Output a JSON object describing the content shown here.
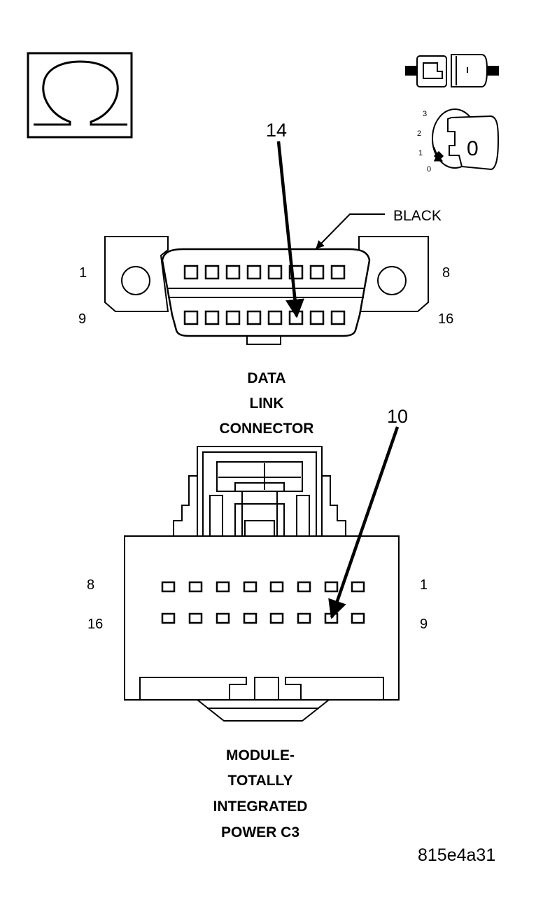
{
  "ohmmeter_symbol": {
    "icon": "ohm-symbol-icon"
  },
  "ignition": {
    "icon": "ignition-key-icon",
    "switch_icon": "disconnected-connector-icon",
    "positions": [
      "3",
      "2",
      "1",
      "0"
    ],
    "key_label": "0"
  },
  "data_link_connector": {
    "callout_pin": "14",
    "color_label": "BLACK",
    "pin_labels": {
      "top_left": "1",
      "top_right": "8",
      "bottom_left": "9",
      "bottom_right": "16"
    },
    "caption": [
      "DATA",
      "LINK",
      "CONNECTOR"
    ]
  },
  "module_connector": {
    "callout_pin": "10",
    "pin_labels": {
      "top_left": "8",
      "top_right": "1",
      "bottom_left": "16",
      "bottom_right": "9"
    },
    "caption": [
      "MODULE-",
      "TOTALLY",
      "INTEGRATED",
      "POWER C3"
    ]
  },
  "figure_id": "815e4a31"
}
